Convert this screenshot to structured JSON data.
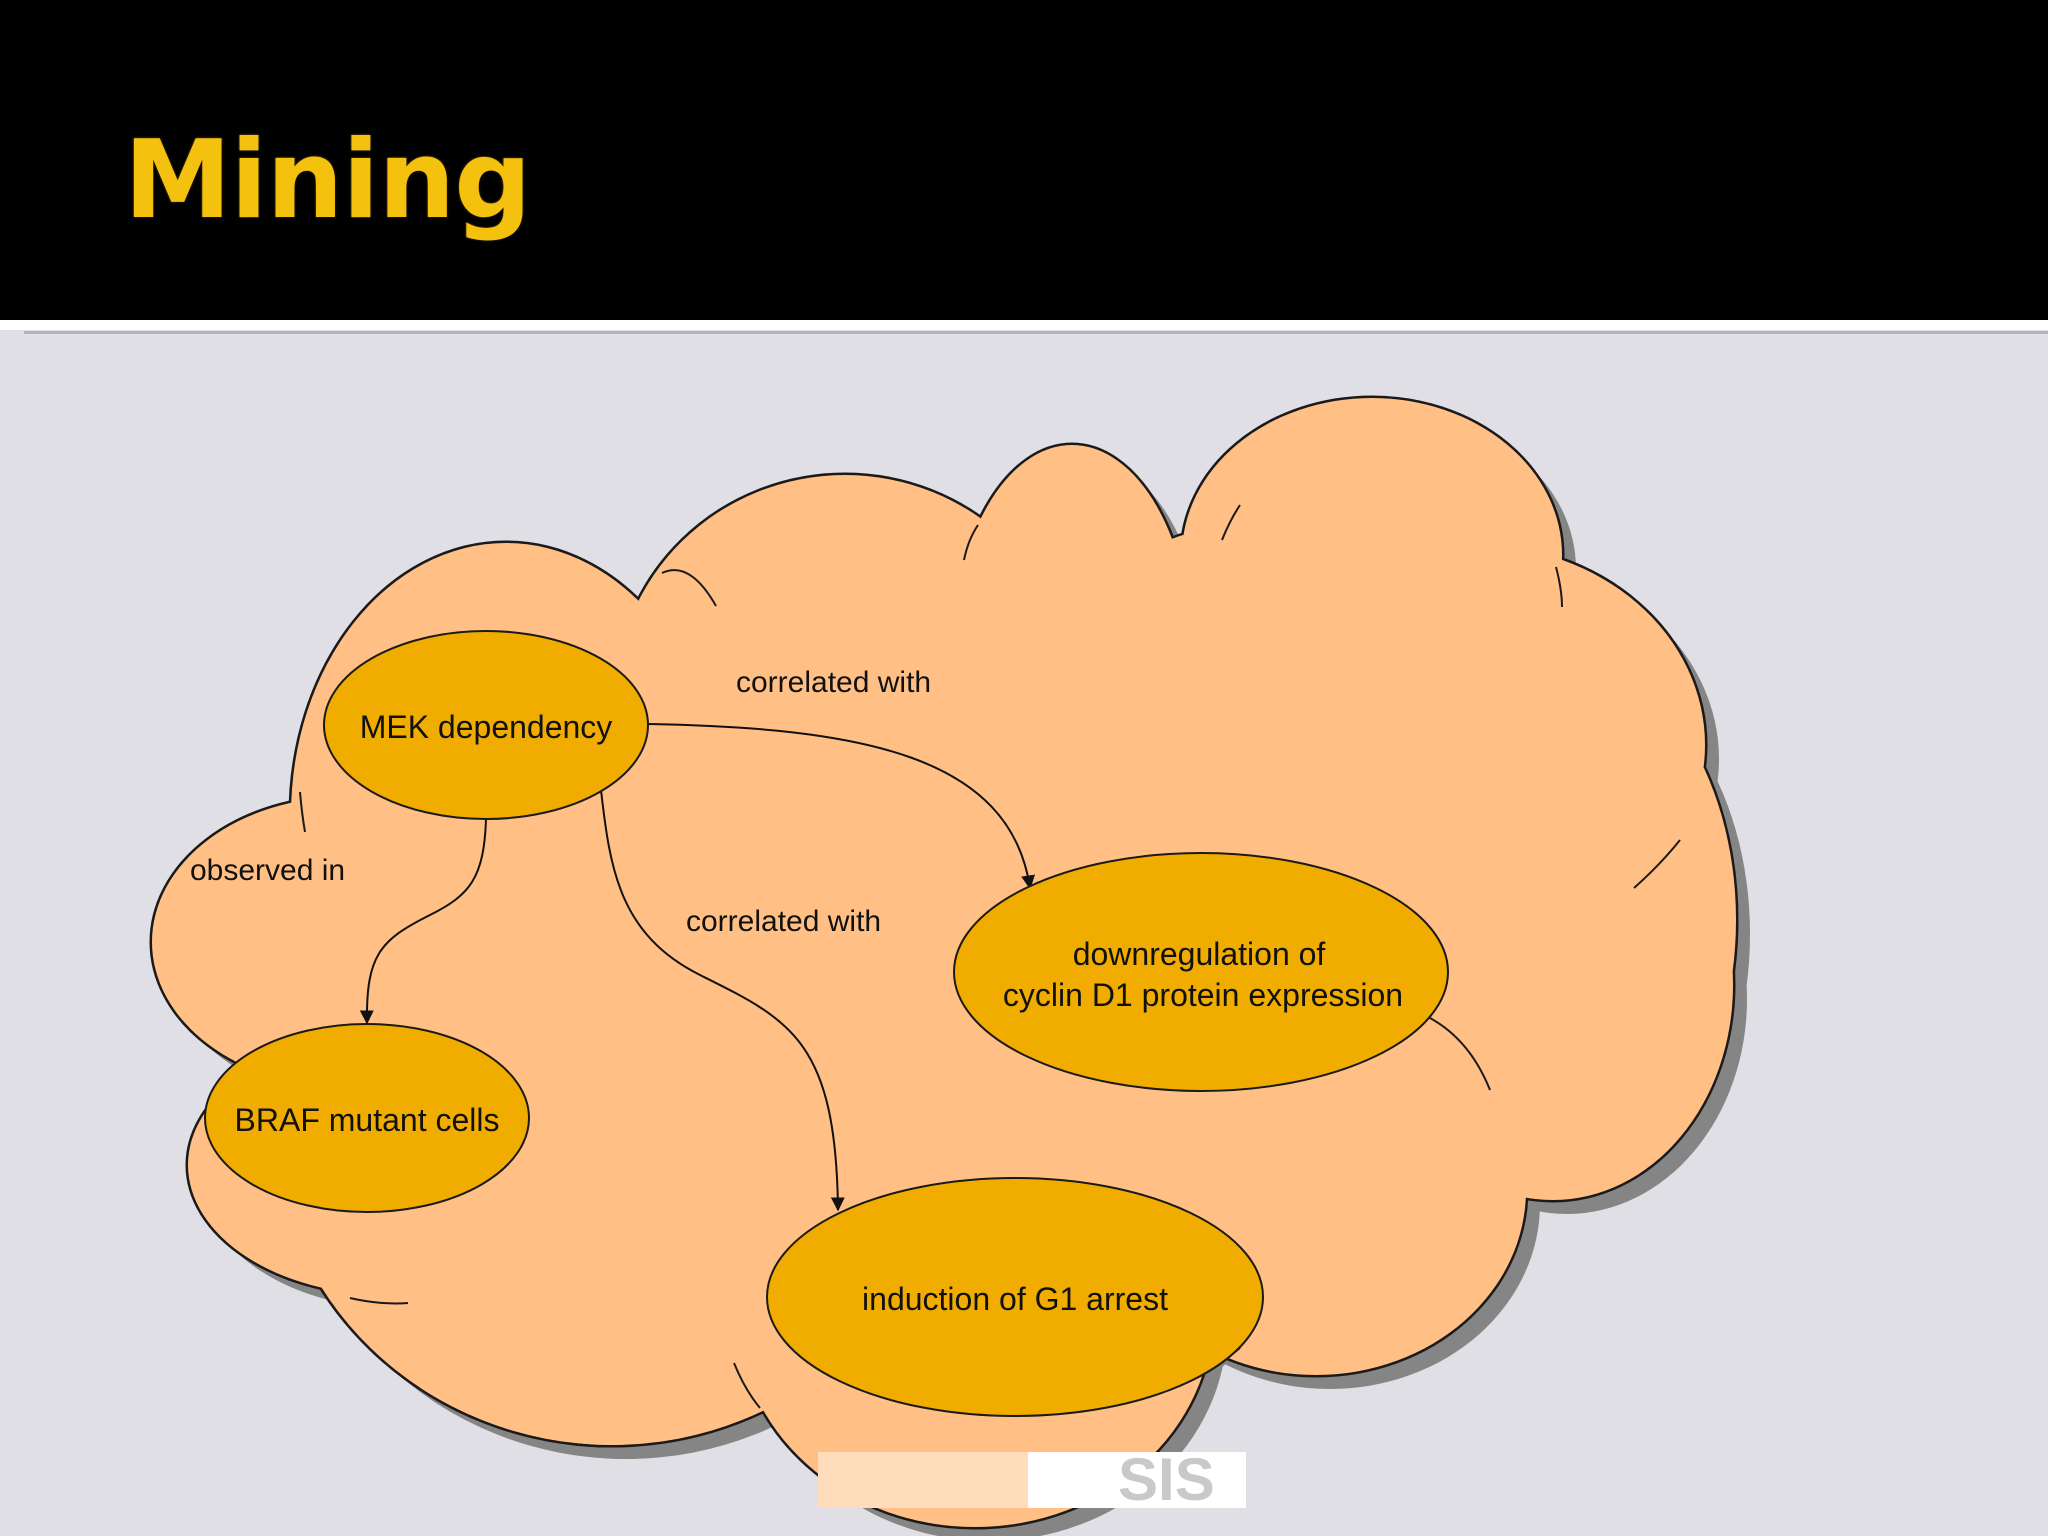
{
  "slide": {
    "title": "Mining"
  },
  "diagram": {
    "nodes": {
      "mek": "MEK dependency",
      "braf": "BRAF mutant cells",
      "cyclin_line1": "downregulation of",
      "cyclin_line2": "cyclin D1 protein expression",
      "g1": "induction of G1 arrest"
    },
    "edges": {
      "observed_in": "observed in",
      "correlated_with_cyclin": "correlated with",
      "correlated_with_g1": "correlated with"
    },
    "watermark": "SIS"
  },
  "colors": {
    "title": "#f4c10f",
    "cloud": "#ffbf85",
    "node": "#f0ad00",
    "background": "#dfdfe5"
  }
}
